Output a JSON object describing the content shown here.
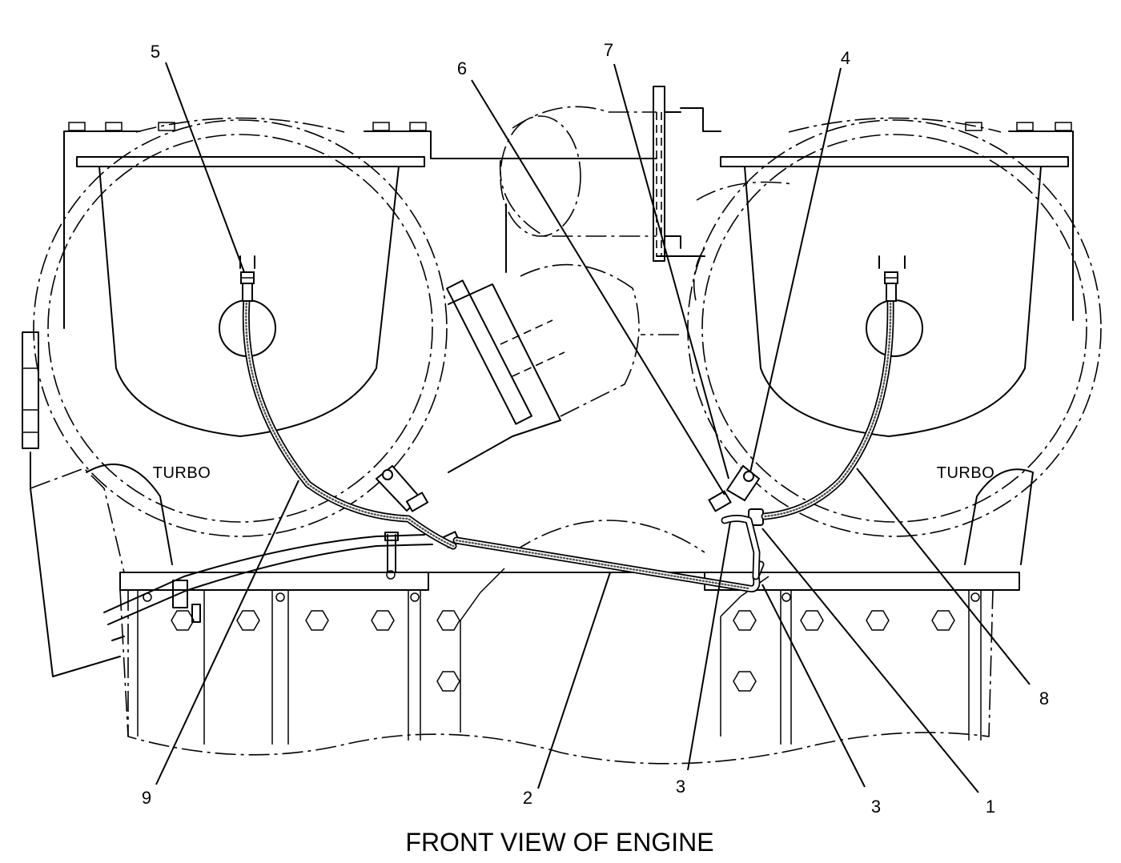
{
  "caption": "FRONT VIEW OF ENGINE",
  "labels": {
    "turbo_left": "TURBO",
    "turbo_right": "TURBO"
  },
  "callouts": {
    "c1": "1",
    "c2": "2",
    "c3a": "3",
    "c3b": "3",
    "c4": "4",
    "c5": "5",
    "c6": "6",
    "c7": "7",
    "c8": "8",
    "c9": "9"
  }
}
